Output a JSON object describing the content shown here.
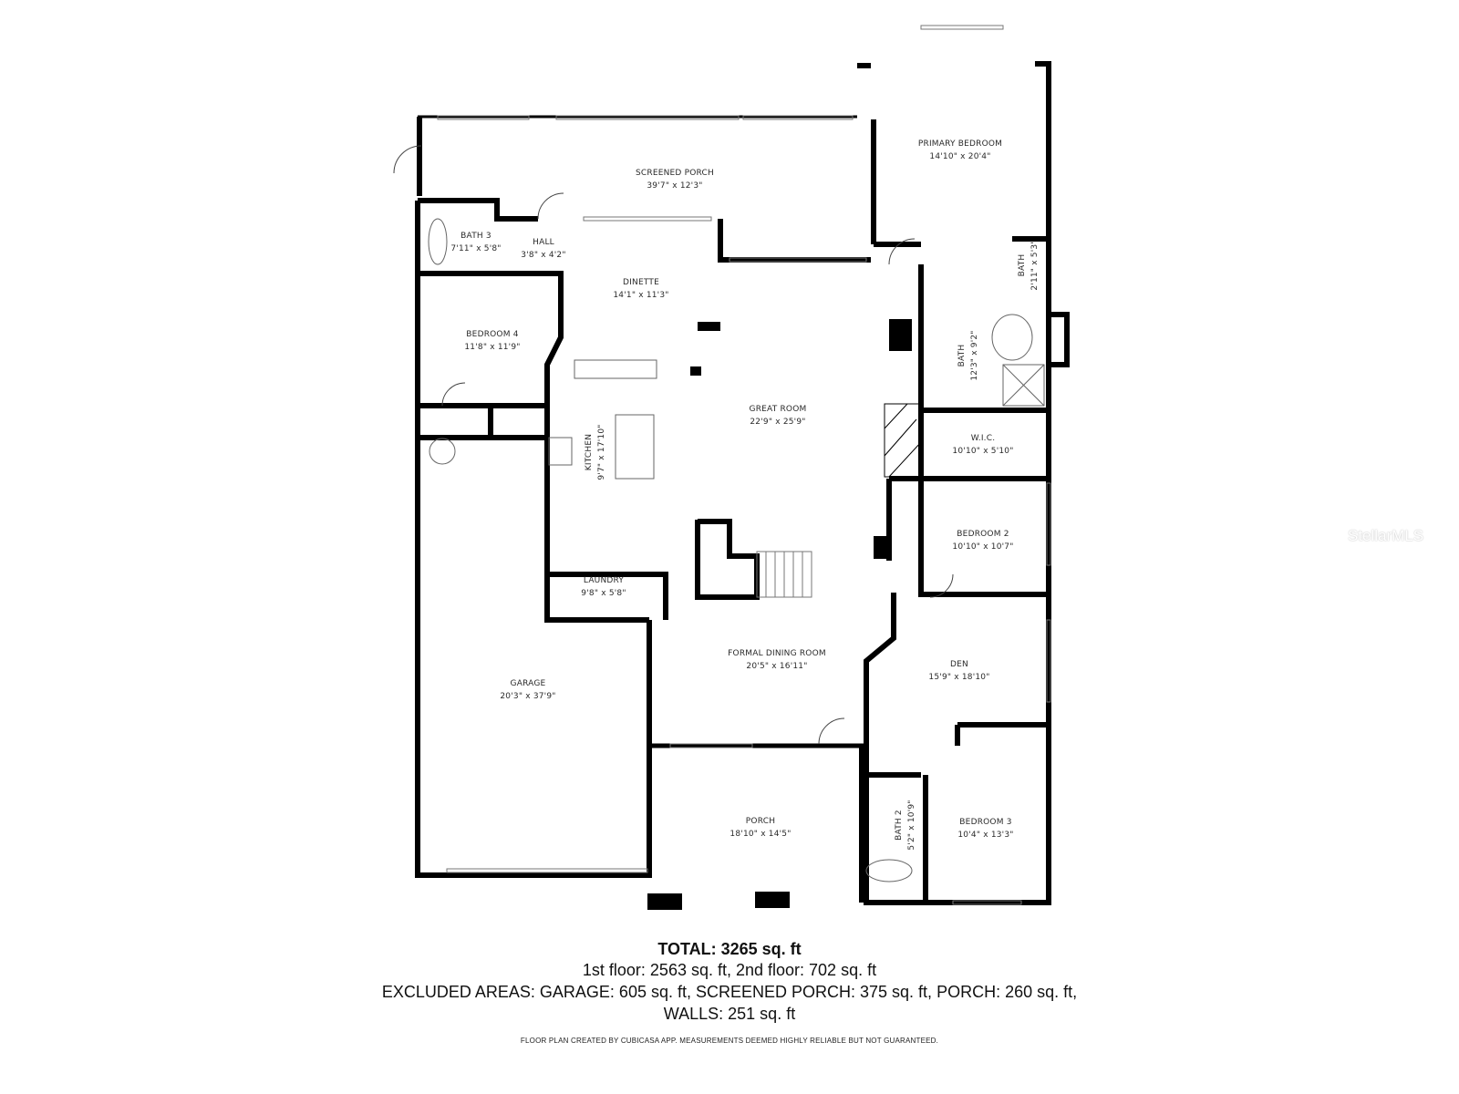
{
  "floor_plan": {
    "rooms": [
      {
        "name": "SCREENED PORCH",
        "dims": "39'7\" x 12'3\""
      },
      {
        "name": "PRIMARY BEDROOM",
        "dims": "14'10\" x 20'4\""
      },
      {
        "name": "BATH 3",
        "dims": "7'11\" x 5'8\""
      },
      {
        "name": "HALL",
        "dims": "3'8\" x 4'2\""
      },
      {
        "name": "DINETTE",
        "dims": "14'1\" x 11'3\""
      },
      {
        "name": "BATH",
        "dims": "2'11\" x 5'3\""
      },
      {
        "name": "BEDROOM 4",
        "dims": "11'8\" x 11'9\""
      },
      {
        "name": "BATH",
        "dims": "12'3\" x 9'2\""
      },
      {
        "name": "GREAT ROOM",
        "dims": "22'9\" x 25'9\""
      },
      {
        "name": "KITCHEN",
        "dims": "9'7\" x 17'10\""
      },
      {
        "name": "W.I.C.",
        "dims": "10'10\" x 5'10\""
      },
      {
        "name": "BEDROOM 2",
        "dims": "10'10\" x 10'7\""
      },
      {
        "name": "LAUNDRY",
        "dims": "9'8\" x 5'8\""
      },
      {
        "name": "FORMAL DINING ROOM",
        "dims": "20'5\" x 16'11\""
      },
      {
        "name": "GARAGE",
        "dims": "20'3\" x 37'9\""
      },
      {
        "name": "DEN",
        "dims": "15'9\" x 18'10\""
      },
      {
        "name": "PORCH",
        "dims": "18'10\" x 14'5\""
      },
      {
        "name": "BATH 2",
        "dims": "5'2\" x 10'9\""
      },
      {
        "name": "BEDROOM 3",
        "dims": "10'4\" x 13'3\""
      }
    ],
    "watermark": "StellarMLS",
    "colors": {
      "wall": "#000000",
      "fixture": "#555555",
      "background": "#ffffff"
    }
  },
  "summary": {
    "total": "TOTAL: 3265 sq. ft",
    "floors": "1st floor: 2563 sq. ft, 2nd floor: 702 sq. ft",
    "excluded": "EXCLUDED AREAS: GARAGE: 605 sq. ft, SCREENED PORCH: 375 sq. ft, PORCH: 260 sq. ft,",
    "walls": "WALLS: 251 sq. ft"
  },
  "disclaimer": "FLOOR PLAN CREATED BY CUBICASA APP. MEASUREMENTS DEEMED HIGHLY RELIABLE BUT NOT GUARANTEED."
}
